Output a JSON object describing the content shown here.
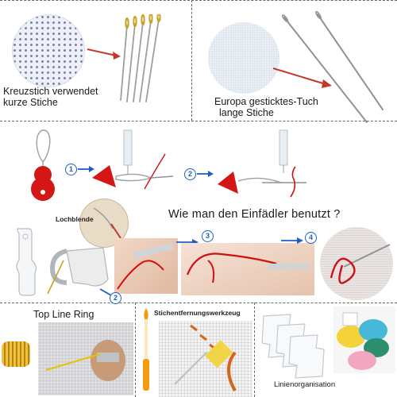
{
  "panels": {
    "short_stitch": {
      "caption_line1": "Kreuzstich verwendet",
      "caption_line2": "kurze Stiche"
    },
    "long_stitch": {
      "caption_line1": "Europa gesticktes-Tuch",
      "caption_line2": "lange Stiche"
    },
    "threader": {
      "heading": "Wie man den Einfädler benutzt ?",
      "lochblende_label": "Lochblende",
      "steps": [
        "1",
        "2",
        "3",
        "4"
      ]
    },
    "top_line_ring": {
      "label": "Top Line Ring"
    },
    "seam_ripper": {
      "label": "Stichentfernungswerkzeug"
    },
    "organizer": {
      "label": "Linienorganisation"
    }
  },
  "colors": {
    "arrow_red": "#c0392b",
    "arrow_blue": "#1f5fc4",
    "threader_red": "#d41616",
    "thread_red": "#d01010",
    "ring_gold": "#d4a017",
    "ripper_orange": "#f39c12"
  }
}
